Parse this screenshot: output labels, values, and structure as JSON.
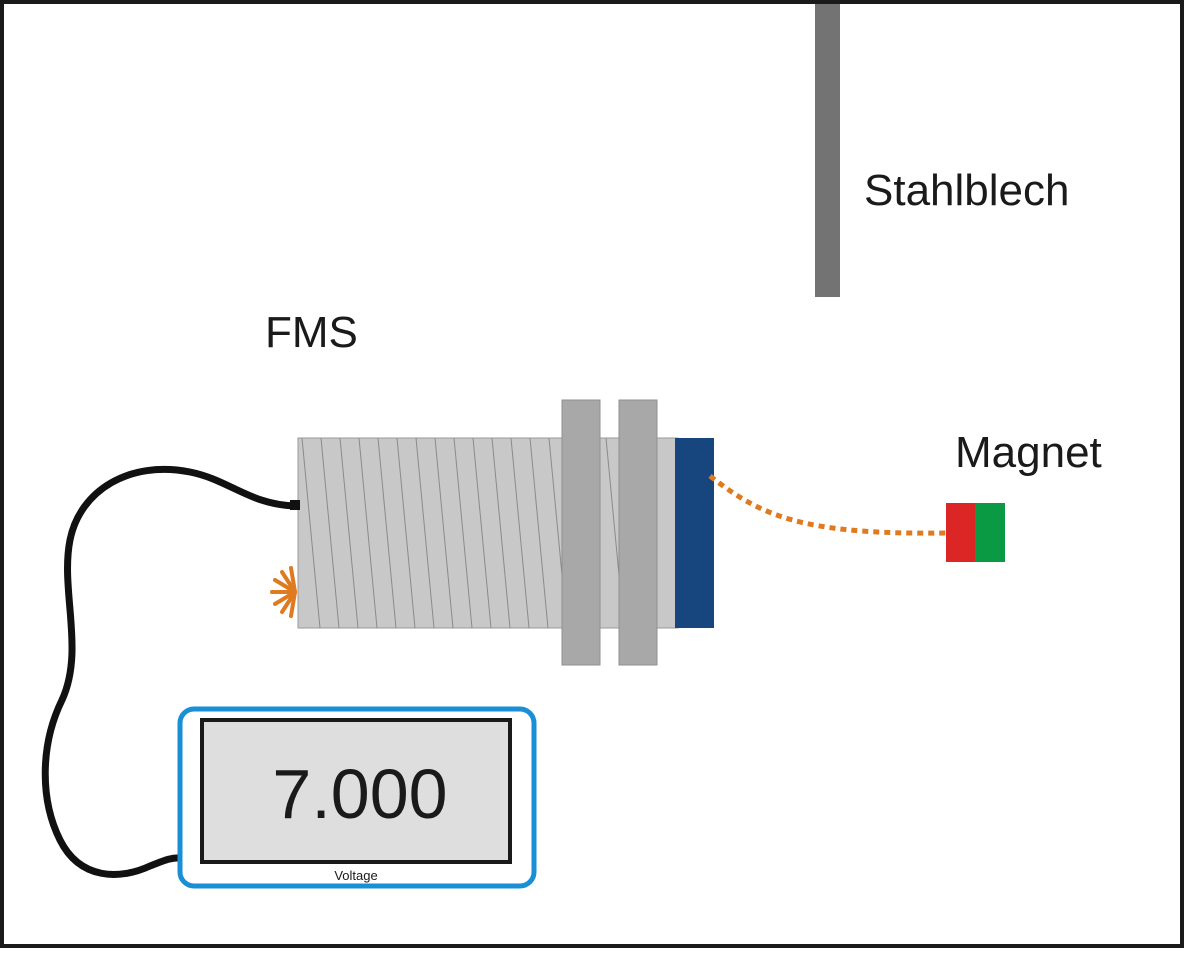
{
  "labels": {
    "sheet": "Stahlblech",
    "sensor": "FMS",
    "magnet": "Magnet"
  },
  "meter": {
    "reading": "7.000",
    "caption": "Voltage"
  },
  "colors": {
    "frame": "#1a1a1a",
    "sheet": "#737373",
    "sensor_body": "#c8c8c8",
    "sensor_thread": "#8a8a8a",
    "nut": "#a8a8a8",
    "sensor_face": "#17467f",
    "field_line": "#e07a1f",
    "magnet_north": "#dc2626",
    "magnet_south": "#0a9a44",
    "cable": "#111111",
    "meter_frame": "#1a8fd6",
    "meter_display": "#dedede"
  }
}
